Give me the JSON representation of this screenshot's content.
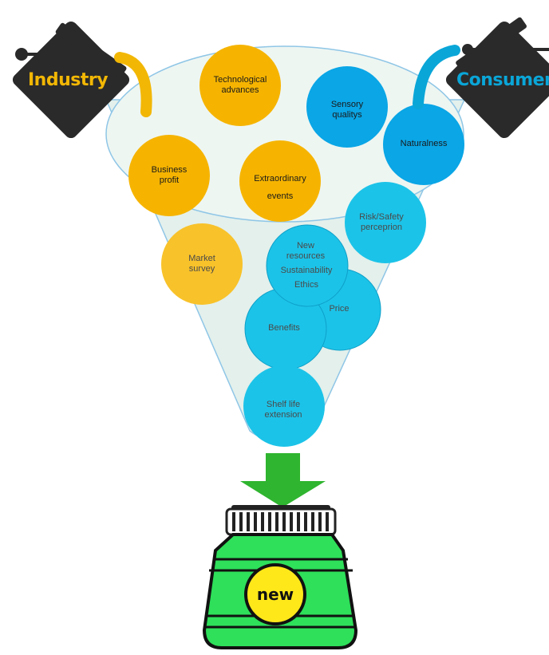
{
  "sources": {
    "industry": "Industry",
    "consumer": "Consumer"
  },
  "factors": {
    "technological": [
      "Technological",
      "advances"
    ],
    "business": [
      "Business",
      "profit"
    ],
    "extraordinary": [
      "Extraordinary",
      "events"
    ],
    "market": [
      "Market",
      "survey"
    ],
    "sensory": [
      "Sensory",
      "qualitys"
    ],
    "naturalness": [
      "Naturalness"
    ],
    "risk": [
      "Risk/Safety",
      "perceprion"
    ],
    "new_resources": [
      "New",
      "resources"
    ],
    "sustainability": "Sustainability",
    "ethics": "Ethics",
    "price": "Price",
    "benefits": "Benefits",
    "shelf_life": [
      "Shelf life",
      "extension"
    ]
  },
  "product": {
    "label": "new"
  },
  "colors": {
    "industry": "#f2b705",
    "consumer": "#0aa6d8",
    "orange_circle": "#f6b400",
    "light_orange_circle": "#f8c22a",
    "blue_circle": "#0aa6e6",
    "cyan_circle": "#1cc3e8",
    "funnel_fill": "#e3f0ec",
    "funnel_stroke": "#8fc6e6",
    "arrow": "#2fb52f",
    "jar": "#2ee05a",
    "jar_dark": "#1a9e3a",
    "lid": "#222222",
    "badge": "#ffe81a",
    "tag": "#2a2a2a"
  },
  "icons": [
    "industry-tag-icon",
    "consumer-tag-icon",
    "down-arrow-icon",
    "jar-icon"
  ]
}
